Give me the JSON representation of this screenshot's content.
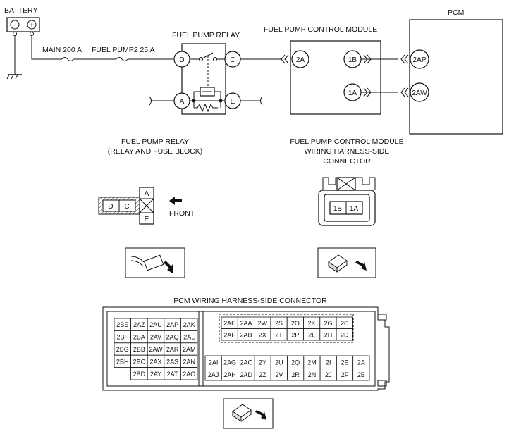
{
  "labels": {
    "battery": "BATTERY",
    "pcm": "PCM",
    "fuel_pump_relay": "FUEL PUMP RELAY",
    "fuel_pump_control_module": "FUEL PUMP CONTROL MODULE",
    "fuse_main": "MAIN 200 A",
    "fuse_fuel_pump2": "FUEL PUMP2 25 A",
    "relay_connector_title_1": "FUEL PUMP RELAY",
    "relay_connector_title_2": "(RELAY AND FUSE BLOCK)",
    "fpcm_connector_title_1": "FUEL PUMP CONTROL MODULE",
    "fpcm_connector_title_2": "WIRING HARNESS-SIDE",
    "fpcm_connector_title_3": "CONNECTOR",
    "front": "FRONT",
    "pcm_connector_title": "PCM WIRING HARNESS-SIDE CONNECTOR",
    "battery_minus": "−",
    "battery_plus": "+"
  },
  "terminals": {
    "relay_D": "D",
    "relay_C": "C",
    "relay_A": "A",
    "relay_E": "E",
    "fpcm_2A": "2A",
    "fpcm_1B": "1B",
    "fpcm_1A": "1A",
    "pcm_2AP": "2AP",
    "pcm_2AW": "2AW"
  },
  "relay_connector": {
    "left_cells": [
      "D",
      "C"
    ],
    "right_cells": [
      "A",
      "E"
    ]
  },
  "fpcm_connector": {
    "cells": [
      "1B",
      "1A"
    ]
  },
  "pcm_connector": {
    "left_block": [
      [
        "2BE",
        "2AZ",
        "2AU",
        "2AP",
        "2AK"
      ],
      [
        "2BF",
        "2BA",
        "2AV",
        "2AQ",
        "2AL"
      ],
      [
        "2BG",
        "2BB",
        "2AW",
        "2AR",
        "2AM"
      ],
      [
        "2BH",
        "2BC",
        "2AX",
        "2AS",
        "2AN"
      ],
      [
        "",
        "2BD",
        "2AY",
        "2AT",
        "2AO"
      ]
    ],
    "right_top_block": [
      [
        "2AE",
        "2AA",
        "2W",
        "2S",
        "2O",
        "2K",
        "2G",
        "2C"
      ],
      [
        "2AF",
        "2AB",
        "2X",
        "2T",
        "2P",
        "2L",
        "2H",
        "2D"
      ]
    ],
    "right_bottom_block": [
      [
        "2AI",
        "2AG",
        "2AC",
        "2Y",
        "2U",
        "2Q",
        "2M",
        "2I",
        "2E",
        "2A"
      ],
      [
        "2AJ",
        "2AH",
        "2AD",
        "2Z",
        "2V",
        "2R",
        "2N",
        "2J",
        "2F",
        "2B"
      ]
    ]
  }
}
